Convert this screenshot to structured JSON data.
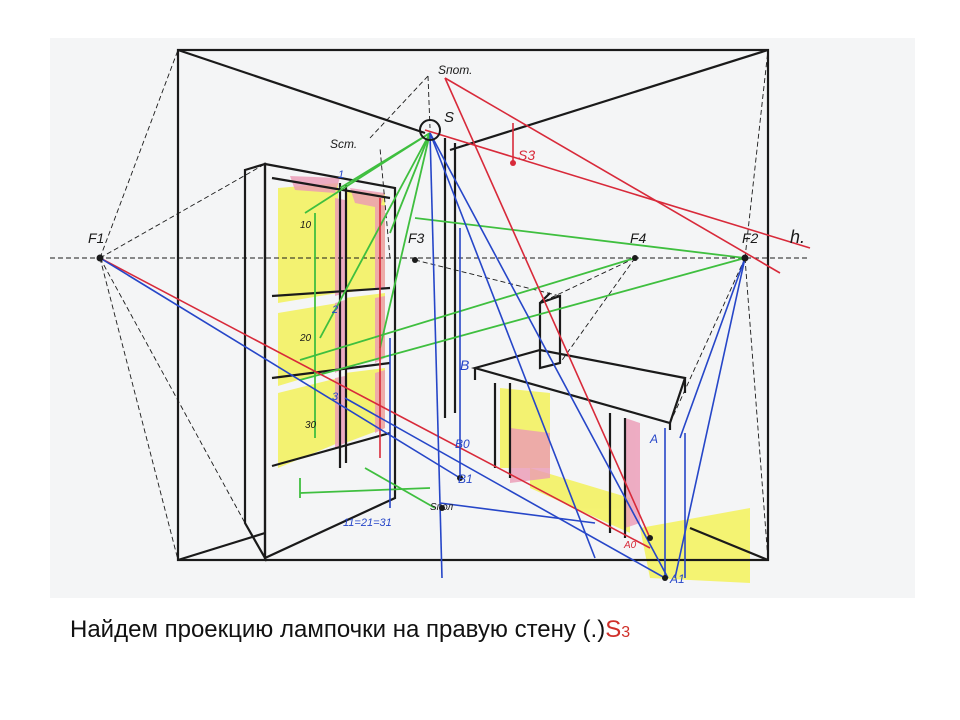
{
  "caption": {
    "text": "Найдем проекцию лампочки на правую стену (.)",
    "point": "S",
    "point_index": "3",
    "point_color": "#d0302a"
  },
  "labels": {
    "s_pot": "Sпот.",
    "s": "S",
    "s_st": "Sст.",
    "s3": "S3",
    "f1": "F1",
    "f2": "F2",
    "f3": "F3",
    "f4": "F4",
    "h": "h.",
    "b": "B",
    "b0": "B0",
    "b1": "B1",
    "a": "A",
    "a0": "A0",
    "a1": "A1",
    "s_pol": "Sпол",
    "eq": "11=21=31",
    "n1": "1",
    "n2": "2",
    "n3": "3",
    "n10": "10",
    "n20": "20",
    "n30": "30"
  },
  "colors": {
    "ink": "#1a1a1a",
    "red": "#d82a3a",
    "green": "#3fbf3f",
    "blue": "#2646c8",
    "yellow": "#f3f25a",
    "pink": "#ec9ab6"
  }
}
